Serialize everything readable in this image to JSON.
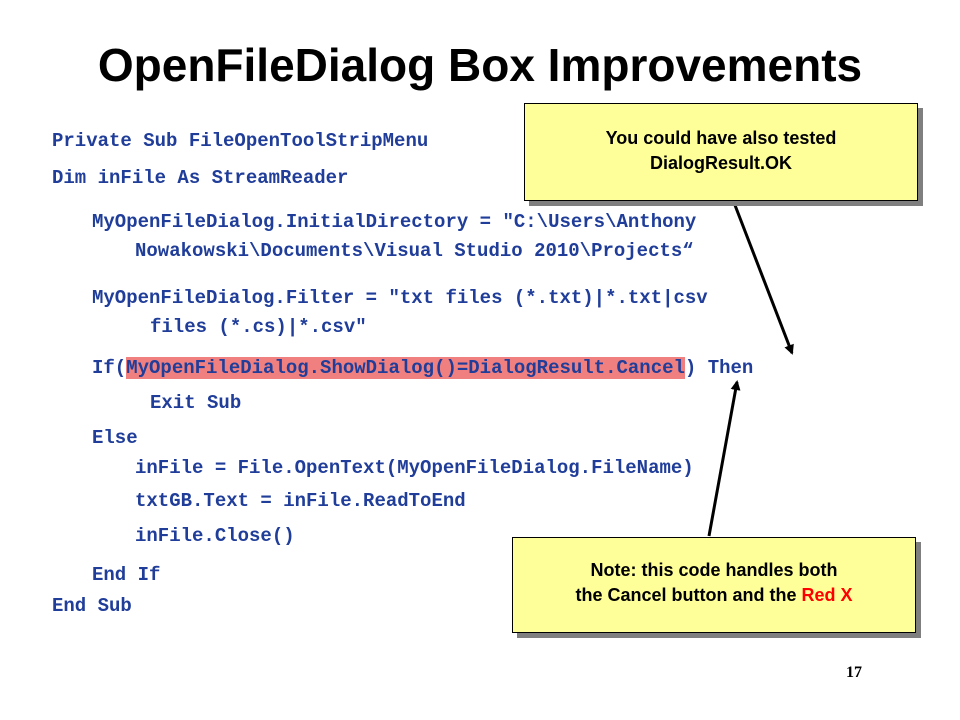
{
  "slide": {
    "title": "OpenFileDialog Box Improvements",
    "page_number": "17"
  },
  "code": {
    "line1": "Private Sub FileOpenToolStripMenu",
    "line2": "Dim inFile As StreamReader",
    "line3": "MyOpenFileDialog.InitialDirectory = \"C:\\Users\\Anthony",
    "line4": "Nowakowski\\Documents\\Visual Studio 2010\\Projects“",
    "line5": "MyOpenFileDialog.Filter = \"txt files (*.txt)|*.txt|csv",
    "line6": "files (*.cs)|*.csv\"",
    "line7_prefix": "If(",
    "line7_highlight": "MyOpenFileDialog.ShowDialog()=DialogResult.Cancel",
    "line7_suffix": ") Then",
    "line8": "Exit Sub",
    "line9": "Else",
    "line10": "inFile = File.OpenText(MyOpenFileDialog.FileName)",
    "line11": "txtGB.Text = inFile.ReadToEnd",
    "line12": "inFile.Close()",
    "line13": "End If",
    "line14": "End Sub"
  },
  "callouts": {
    "top_line1": "You could have also tested",
    "top_line2": "DialogResult.OK",
    "bottom_line1": "Note: this code handles both",
    "bottom_line2_prefix": "the Cancel button and the ",
    "bottom_line2_red": "Red X"
  },
  "colors": {
    "code_text": "#1f3d99",
    "highlight": "#f08080",
    "callout_fill": "#ffff99",
    "callout_shadow": "#7f7f7f",
    "red_text": "#ff0000"
  }
}
